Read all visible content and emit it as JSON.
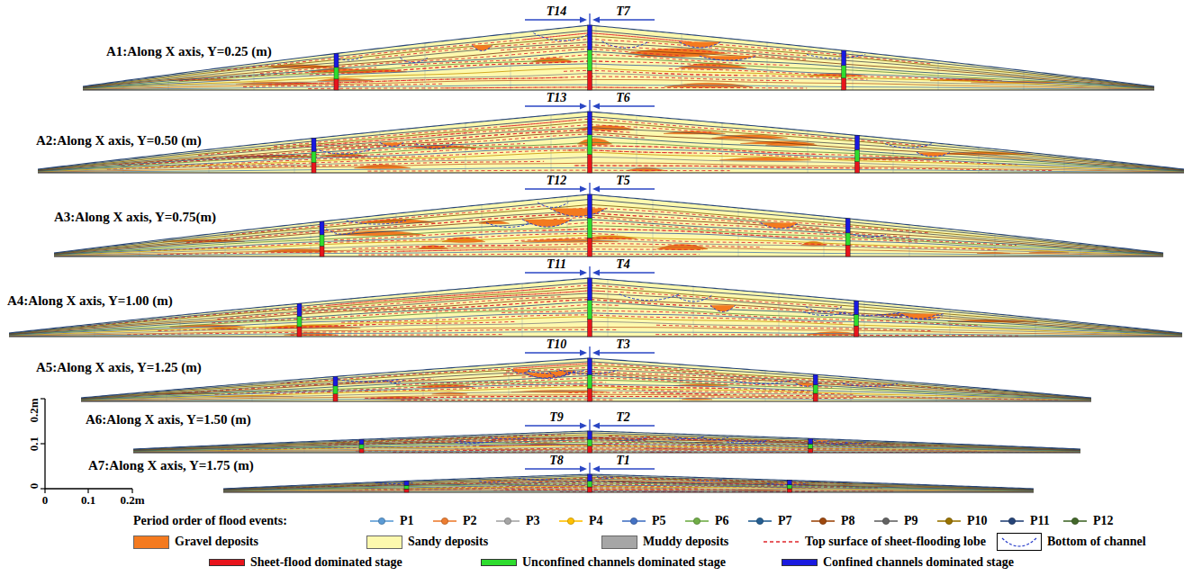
{
  "diagram": {
    "labels": [
      "A1:Along X axis, Y=0.25 (m)",
      "A2:Along X axis, Y=0.50 (m)",
      "A3:Along X axis, Y=0.75(m)",
      "A4:Along X axis, Y=1.00 (m)",
      "A5:Along X axis, Y=1.25 (m)",
      "A6:Along X axis, Y=1.50 (m)",
      "A7:Along X axis, Y=1.75 (m)",
      "T14",
      "T7",
      "T13",
      "T6",
      "T12",
      "T5",
      "T11",
      "T4",
      "T10",
      "T3",
      "T9",
      "T2",
      "T8",
      "T1",
      "0.2m",
      "0.1",
      "0",
      "0",
      "0.1",
      "0.2m",
      "Period order of flood events:"
    ],
    "legend": [
      {
        "text": "P1"
      },
      {
        "text": "P2"
      },
      {
        "text": "P3"
      },
      {
        "text": "P4"
      },
      {
        "text": "P5"
      },
      {
        "text": "P6"
      },
      {
        "text": "P7"
      },
      {
        "text": "P8"
      },
      {
        "text": "P9"
      },
      {
        "text": "P10"
      },
      {
        "text": "P11"
      },
      {
        "text": "P12"
      },
      {
        "text": "Gravel deposits",
        "color": "#f47a1f"
      },
      {
        "text": "Sandy deposits",
        "color": "#fdf9ae"
      },
      {
        "text": "Muddy deposits",
        "color": "#a6a6a6"
      },
      {
        "text": "Top surface of sheet-flooding lobe"
      },
      {
        "text": "Bottom of channel"
      },
      {
        "text": "Sheet-flood dominated stage",
        "color": "#e8141c"
      },
      {
        "text": "Unconfined channels dominated stage",
        "color": "#2edc2e"
      },
      {
        "text": "Confined channels dominated stage",
        "color": "#1a1ae0"
      }
    ]
  }
}
